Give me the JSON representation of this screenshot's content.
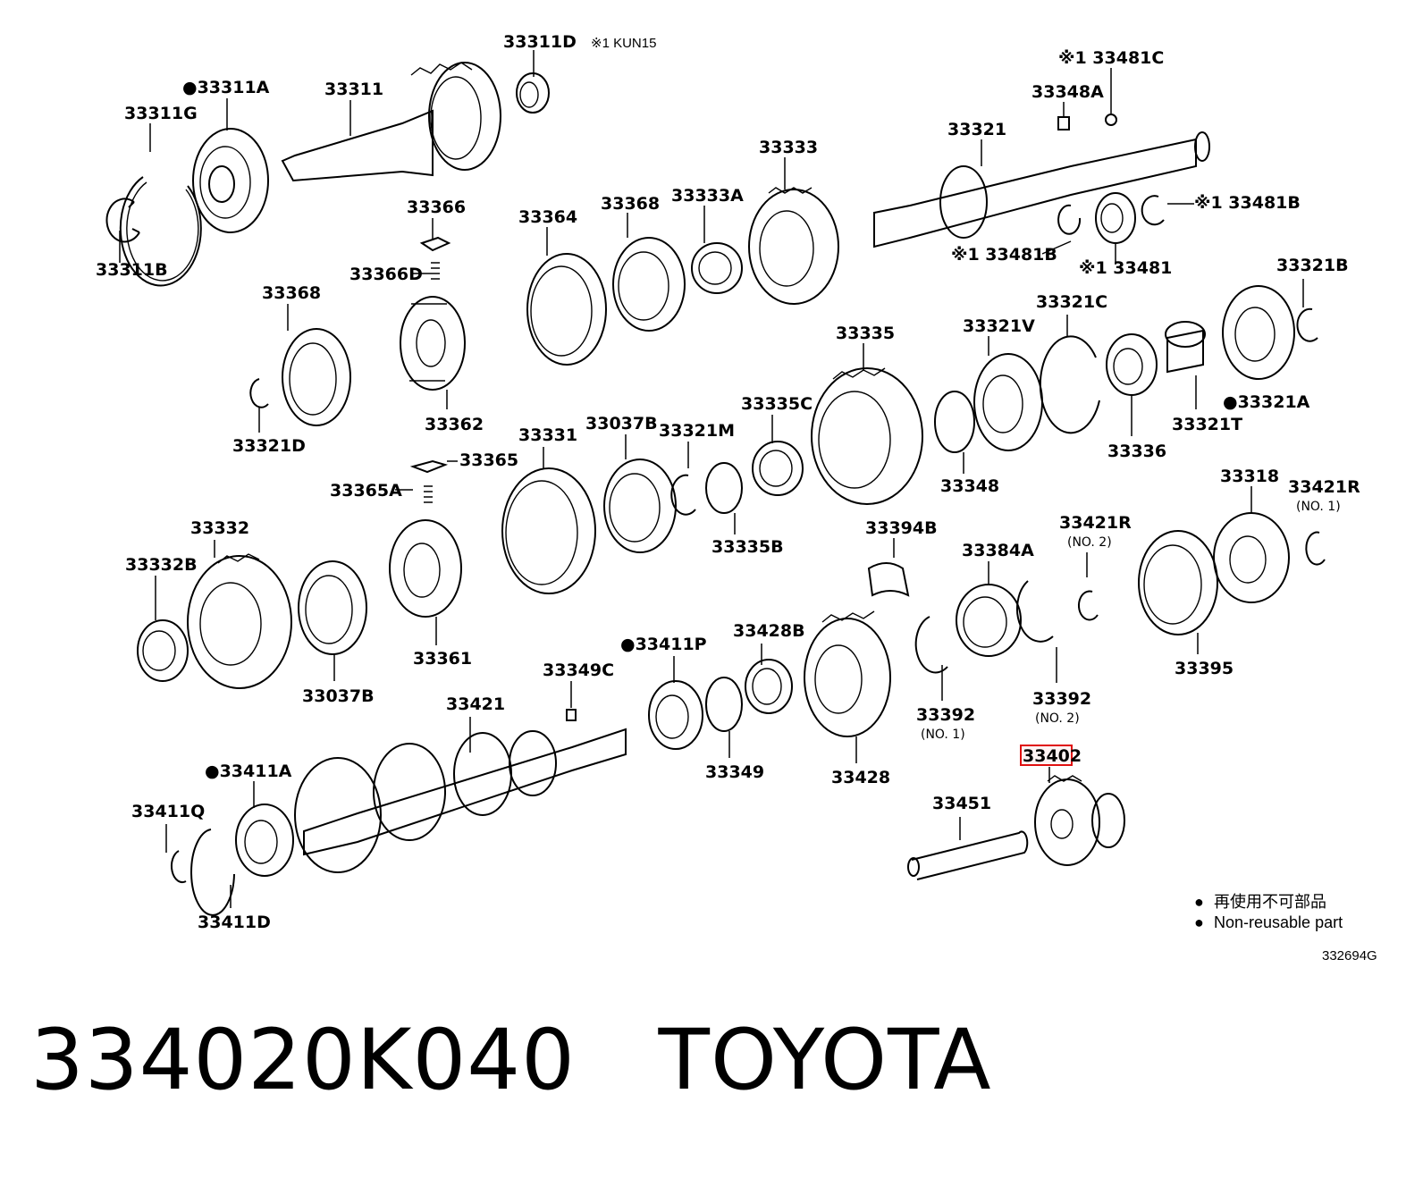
{
  "diagram": {
    "figure_code": "332694G",
    "variant_note": "※1 KUN15",
    "highlighted_part": "33402",
    "legend": {
      "bullet": "●",
      "line_jp": "再使用不可部品",
      "line_en": "Non-reusable part"
    },
    "callouts": [
      {
        "id": "c-33311D",
        "text": "33311D"
      },
      {
        "id": "c-33311A",
        "text": "●33311A"
      },
      {
        "id": "c-33311",
        "text": "33311"
      },
      {
        "id": "c-33311G",
        "text": "33311G"
      },
      {
        "id": "c-33311B",
        "text": "33311B"
      },
      {
        "id": "c-33481C",
        "text": "※1 33481C"
      },
      {
        "id": "c-33348A",
        "text": "33348A"
      },
      {
        "id": "c-33321",
        "text": "33321"
      },
      {
        "id": "c-33481B-right",
        "text": "※1 33481B"
      },
      {
        "id": "c-33481B-left",
        "text": "※1 33481B"
      },
      {
        "id": "c-33481",
        "text": "※1 33481"
      },
      {
        "id": "c-33333",
        "text": "33333"
      },
      {
        "id": "c-33366",
        "text": "33366"
      },
      {
        "id": "c-33364",
        "text": "33364"
      },
      {
        "id": "c-33368-top",
        "text": "33368"
      },
      {
        "id": "c-33333A",
        "text": "33333A"
      },
      {
        "id": "c-33366D",
        "text": "33366D"
      },
      {
        "id": "c-33368-left",
        "text": "33368"
      },
      {
        "id": "c-33321B",
        "text": "33321B"
      },
      {
        "id": "c-33321C",
        "text": "33321C"
      },
      {
        "id": "c-33335",
        "text": "33335"
      },
      {
        "id": "c-33321V",
        "text": "33321V"
      },
      {
        "id": "c-33321A",
        "text": "●33321A"
      },
      {
        "id": "c-33321T",
        "text": "33321T"
      },
      {
        "id": "c-33336",
        "text": "33336"
      },
      {
        "id": "c-33362",
        "text": "33362"
      },
      {
        "id": "c-33321D",
        "text": "33321D"
      },
      {
        "id": "c-33331",
        "text": "33331"
      },
      {
        "id": "c-33037B-top",
        "text": "33037B"
      },
      {
        "id": "c-33321M",
        "text": "33321M"
      },
      {
        "id": "c-33335C",
        "text": "33335C"
      },
      {
        "id": "c-33365",
        "text": "33365"
      },
      {
        "id": "c-33365A",
        "text": "33365A"
      },
      {
        "id": "c-33348",
        "text": "33348"
      },
      {
        "id": "c-33318",
        "text": "33318"
      },
      {
        "id": "c-33421R-1",
        "text": "33421R"
      },
      {
        "id": "c-33421R-1-sub",
        "text": "(NO. 1)"
      },
      {
        "id": "c-33394B",
        "text": "33394B"
      },
      {
        "id": "c-33421R-2",
        "text": "33421R"
      },
      {
        "id": "c-33421R-2-sub",
        "text": "(NO. 2)"
      },
      {
        "id": "c-33332",
        "text": "33332"
      },
      {
        "id": "c-33332B",
        "text": "33332B"
      },
      {
        "id": "c-33335B",
        "text": "33335B"
      },
      {
        "id": "c-33384A",
        "text": "33384A"
      },
      {
        "id": "c-33361",
        "text": "33361"
      },
      {
        "id": "c-33037B-bottom",
        "text": "33037B"
      },
      {
        "id": "c-33411P",
        "text": "●33411P"
      },
      {
        "id": "c-33428B",
        "text": "33428B"
      },
      {
        "id": "c-33349C",
        "text": "33349C"
      },
      {
        "id": "c-33395",
        "text": "33395"
      },
      {
        "id": "c-33392-1",
        "text": "33392"
      },
      {
        "id": "c-33392-1-sub",
        "text": "(NO. 1)"
      },
      {
        "id": "c-33392-2",
        "text": "33392"
      },
      {
        "id": "c-33392-2-sub",
        "text": "(NO. 2)"
      },
      {
        "id": "c-33421",
        "text": "33421"
      },
      {
        "id": "c-33402",
        "text": "33402"
      },
      {
        "id": "c-33411A",
        "text": "●33411A"
      },
      {
        "id": "c-33349",
        "text": "33349"
      },
      {
        "id": "c-33428",
        "text": "33428"
      },
      {
        "id": "c-33451",
        "text": "33451"
      },
      {
        "id": "c-33411Q",
        "text": "33411Q"
      },
      {
        "id": "c-33411D",
        "text": "33411D"
      }
    ]
  },
  "footer": {
    "part_number": "334020K040",
    "brand": "TOYOTA"
  }
}
